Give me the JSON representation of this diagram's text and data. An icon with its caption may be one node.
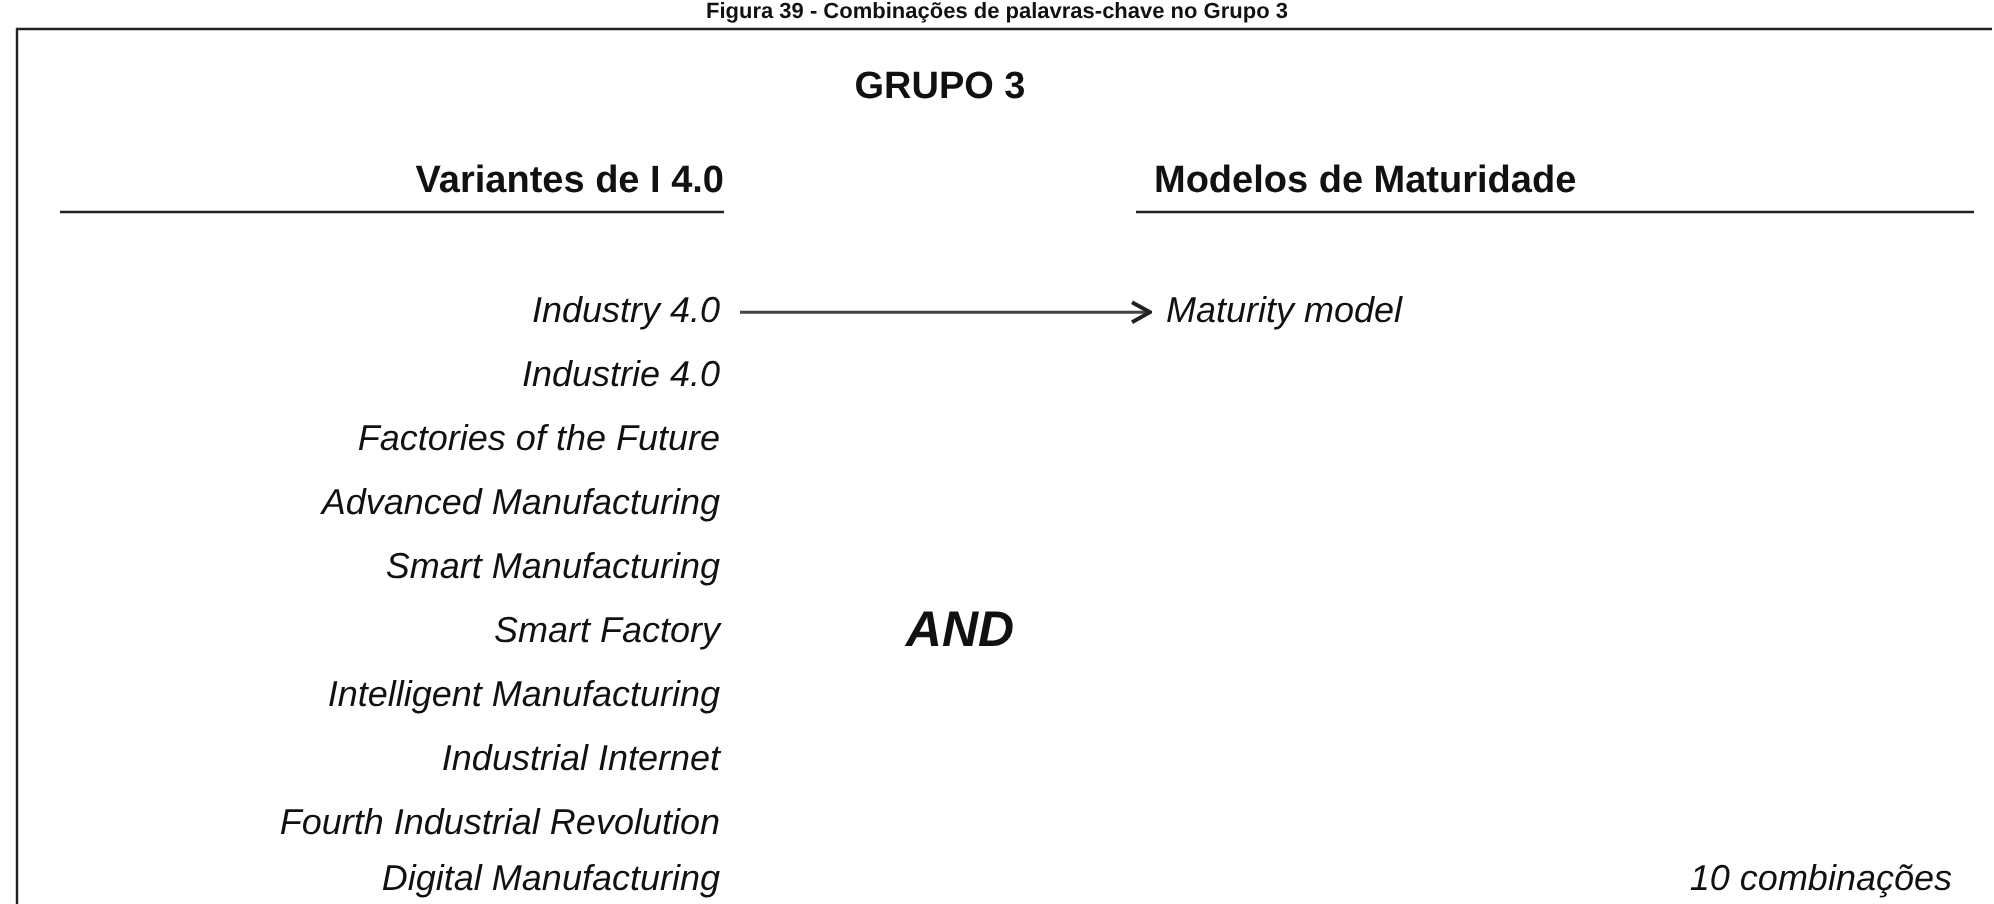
{
  "diagram": {
    "title": "Figura 39 - Combinações de palavras-chave no Grupo 3",
    "nodes": [
      {
        "text": [
          "Industry 4.0"
        ]
      },
      {
        "text": [
          "Maturity model"
        ]
      }
    ],
    "edges": [
      {
        "from": 0,
        "to": 1,
        "arrow": "to"
      }
    ],
    "labels": [
      "GRUPO 3",
      "Variantes de I 4.0",
      "Modelos de Maturidade",
      "Industrie 4.0",
      "Factories of the Future",
      "Advanced Manufacturing",
      "Smart Manufacturing",
      "Smart Factory",
      "AND",
      "Intelligent Manufacturing",
      "Industrial Internet",
      "Fourth Industrial Revolution",
      "Digital Manufacturing",
      "10 combinações"
    ]
  }
}
